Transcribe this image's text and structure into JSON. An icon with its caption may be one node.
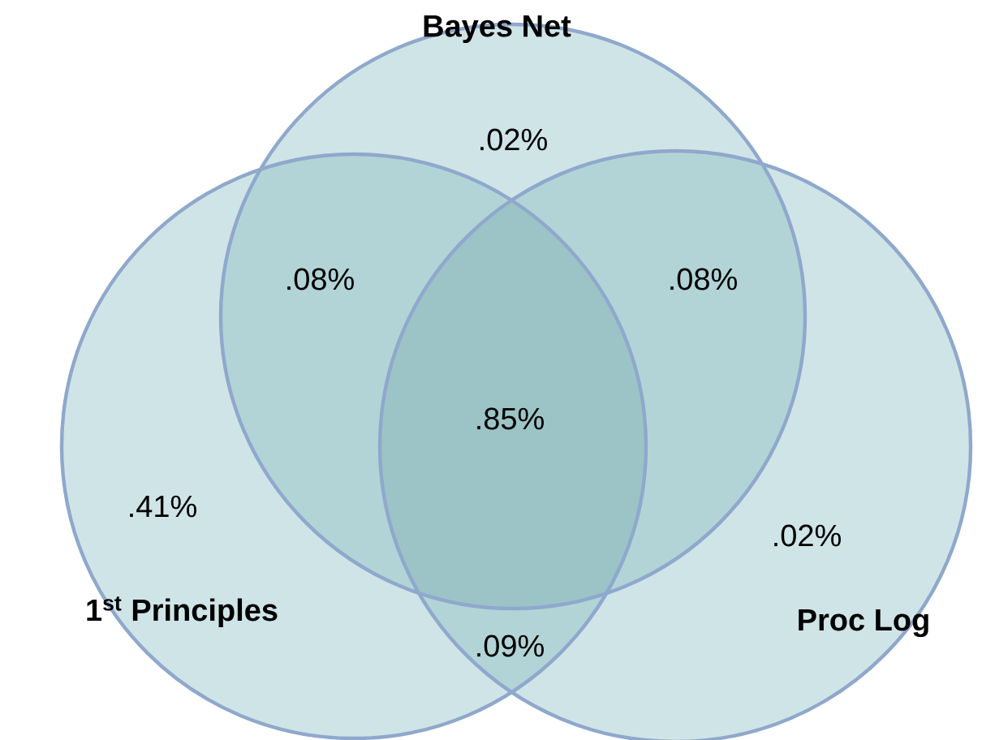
{
  "diagram": {
    "nodes": [
      {
        "text": [
          "Bayes Net"
        ]
      },
      {
        "text": [
          "1$^{st}$ Principles"
        ]
      },
      {
        "text": [
          "Proc Log"
        ]
      }
    ],
    "labels": [
      ".02%",
      ".08%",
      ".08%",
      ".85%",
      ".41%",
      ".02%",
      ".09%"
    ]
  }
}
